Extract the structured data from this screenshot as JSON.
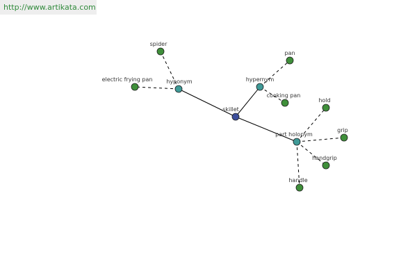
{
  "watermark": {
    "text": "http://www.artikata.com",
    "color": "#2f8a3a"
  },
  "colors": {
    "center_node": "#3d4f9c",
    "relation_node": "#3f9a97",
    "leaf_node": "#3f8f3a",
    "edge": "#000000",
    "label": "#333333"
  },
  "graph": {
    "center": "skillet",
    "relations": [
      {
        "label": "hyponym",
        "terms": [
          "spider",
          "electric frying pan"
        ]
      },
      {
        "label": "hypernym",
        "terms": [
          "pan",
          "cooking pan"
        ]
      },
      {
        "label": "part holonym",
        "terms": [
          "hold",
          "grip",
          "handgrip",
          "handle"
        ]
      }
    ]
  }
}
